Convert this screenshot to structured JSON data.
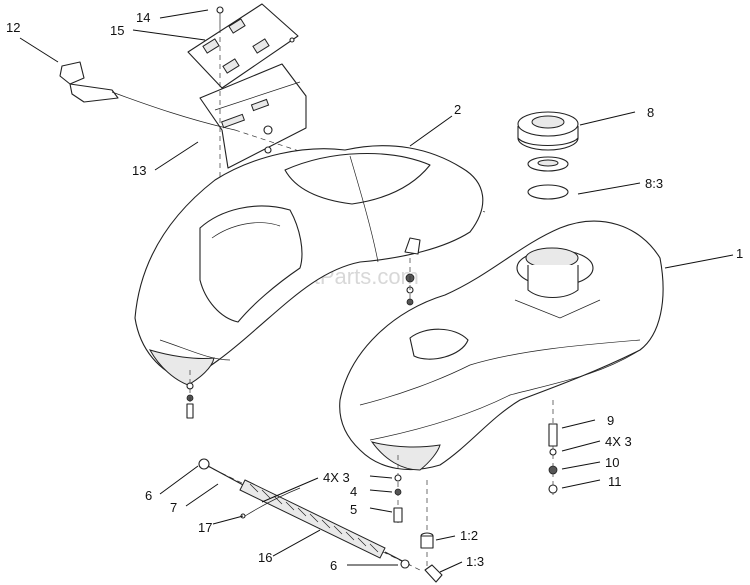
{
  "watermark": "eReplacementParts.com",
  "callouts": {
    "c1": "1",
    "c2": "2",
    "c4x3a": "4X 3",
    "c4a": "4",
    "c5": "5",
    "c6a": "6",
    "c6b": "6",
    "c7": "7",
    "c8": "8",
    "c83": "8:3",
    "c9": "9",
    "c4x3b": "4X 3",
    "c10": "10",
    "c11": "11",
    "c12": "12",
    "c13": "13",
    "c14": "14",
    "c15": "15",
    "c16": "16",
    "c17": "17",
    "c12b": "1:2",
    "c13b": "1:3"
  }
}
